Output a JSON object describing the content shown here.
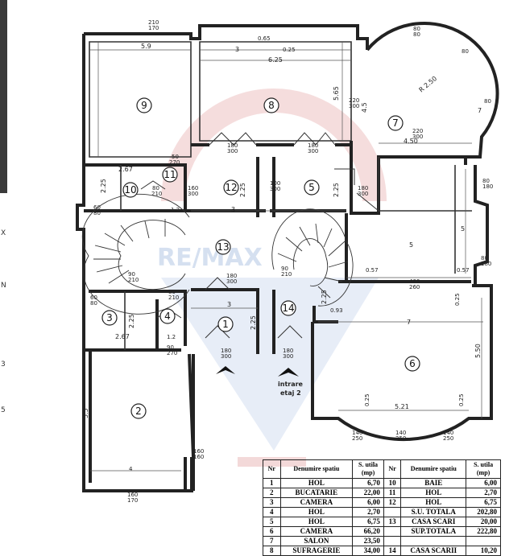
{
  "side_glyphs": [
    "X",
    "N",
    "3",
    "5"
  ],
  "watermark": "RE/MAX",
  "entrance": {
    "line1": "intrare",
    "line2": "etaj 2"
  },
  "rooms": [
    {
      "id": "1"
    },
    {
      "id": "2"
    },
    {
      "id": "3"
    },
    {
      "id": "4"
    },
    {
      "id": "5"
    },
    {
      "id": "6"
    },
    {
      "id": "7"
    },
    {
      "id": "8"
    },
    {
      "id": "9"
    },
    {
      "id": "10"
    },
    {
      "id": "11"
    },
    {
      "id": "12"
    },
    {
      "id": "13"
    },
    {
      "id": "14"
    }
  ],
  "dimensions": [
    "210",
    "170",
    "0.65",
    "0.25",
    "6.25",
    "5.9",
    "3",
    "80",
    "80",
    "80",
    "80",
    "R 2.50",
    "4.5",
    "5.65",
    "220",
    "300",
    "7",
    "220",
    "300",
    "4.50",
    "5",
    "180",
    "300",
    "180",
    "300",
    "50",
    "270",
    "2.67",
    "2.25",
    "80",
    "210",
    "160",
    "300",
    "2.25",
    "100",
    "300",
    "2.25",
    "180",
    "300",
    "60",
    "80",
    "1.2",
    "3",
    "5",
    "0.57",
    "0.57",
    "400",
    "260",
    "80",
    "180",
    "80",
    "180",
    "90",
    "210",
    "90",
    "210",
    "180",
    "300",
    "3",
    "2.25",
    "0.93",
    "2.25",
    "7",
    "0.25",
    "60",
    "80",
    "2.67",
    "80",
    "210",
    "2.25",
    "1.2",
    "90",
    "270",
    "180",
    "300",
    "180",
    "300",
    "5.50",
    "5.5",
    "4",
    "160",
    "160",
    "160",
    "170",
    "140",
    "250",
    "140",
    "250",
    "140",
    "250",
    "5.21",
    "0.25",
    "0.25"
  ],
  "legend": {
    "headers": {
      "nr": "Nr",
      "name": "Denumire spatiu",
      "area": "S. utila (mp)"
    },
    "rows": [
      {
        "nr": "1",
        "name": "HOL",
        "area": "6,70",
        "nr2": "10",
        "name2": "BAIE",
        "area2": "6,00"
      },
      {
        "nr": "2",
        "name": "BUCATARIE",
        "area": "22,00",
        "nr2": "11",
        "name2": "HOL",
        "area2": "2,70"
      },
      {
        "nr": "3",
        "name": "CAMERA",
        "area": "6,00",
        "nr2": "12",
        "name2": "HOL",
        "area2": "6,75"
      },
      {
        "nr": "4",
        "name": "HOL",
        "area": "2,70",
        "nr2": "",
        "name2": "S.U. TOTALA",
        "area2": "202,80"
      },
      {
        "nr": "5",
        "name": "HOL",
        "area": "6,75",
        "nr2": "13",
        "name2": "CASA SCARI",
        "area2": "20,00"
      },
      {
        "nr": "6",
        "name": "CAMERA",
        "area": "66,20",
        "nr2": "",
        "name2": "SUP.TOTALA",
        "area2": "222,80"
      },
      {
        "nr": "7",
        "name": "SALON",
        "area": "23,50",
        "nr2": "",
        "name2": "",
        "area2": ""
      },
      {
        "nr": "8",
        "name": "SUFRAGERIE",
        "area": "34,00",
        "nr2": "14",
        "name2": "CASA SCARII",
        "area2": "10,20"
      }
    ]
  }
}
